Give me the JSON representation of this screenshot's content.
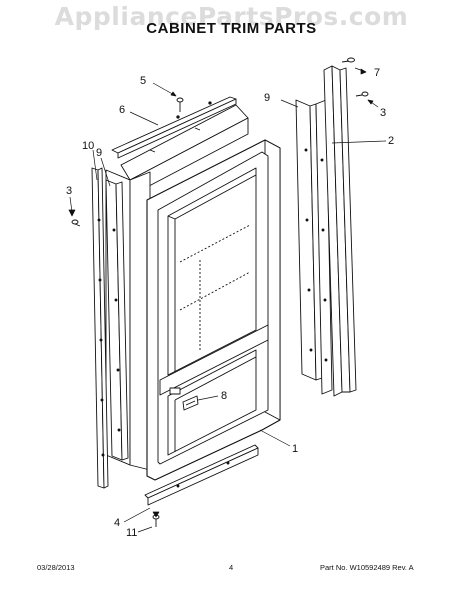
{
  "watermark": "AppliancePartsPros.com",
  "title": "CABINET TRIM PARTS",
  "callouts": {
    "c1": "1",
    "c2": "2",
    "c3a": "3",
    "c3b": "3",
    "c4": "4",
    "c5": "5",
    "c6": "6",
    "c7": "7",
    "c8": "8",
    "c9a": "9",
    "c9b": "9",
    "c10": "10",
    "c11": "11"
  },
  "footer": {
    "date": "03/28/2013",
    "page_number": "4",
    "part_info": "Part No. W10592489  Rev. A"
  }
}
